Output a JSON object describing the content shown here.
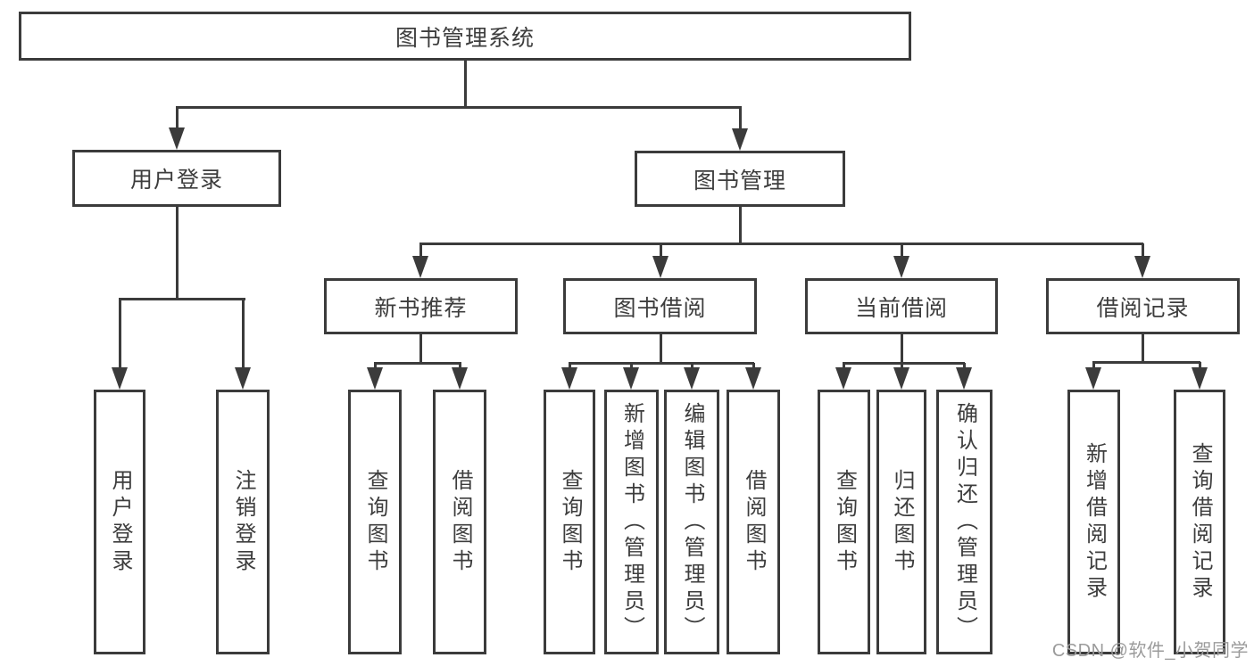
{
  "diagram": {
    "type": "tree",
    "root": {
      "id": "library-system",
      "label": "图书管理系统",
      "children": [
        {
          "id": "user-login",
          "label": "用户登录",
          "children": [
            {
              "id": "leaf-user-login",
              "label": "用户登录"
            },
            {
              "id": "leaf-logout",
              "label": "注销登录"
            }
          ]
        },
        {
          "id": "book-management",
          "label": "图书管理",
          "children": [
            {
              "id": "new-book-recommend",
              "label": "新书推荐",
              "children": [
                {
                  "id": "leaf-rec-query-books",
                  "label": "查询图书"
                },
                {
                  "id": "leaf-rec-borrow-books",
                  "label": "借阅图书"
                }
              ]
            },
            {
              "id": "book-borrowing",
              "label": "图书借阅",
              "children": [
                {
                  "id": "leaf-bb-query-books",
                  "label": "查询图书"
                },
                {
                  "id": "leaf-bb-add-books",
                  "label": "新增图书（管理员）"
                },
                {
                  "id": "leaf-bb-edit-books",
                  "label": "编辑图书（管理员）"
                },
                {
                  "id": "leaf-bb-borrow-books",
                  "label": "借阅图书"
                }
              ]
            },
            {
              "id": "current-borrowing",
              "label": "当前借阅",
              "children": [
                {
                  "id": "leaf-cb-query-books",
                  "label": "查询图书"
                },
                {
                  "id": "leaf-cb-return-books",
                  "label": "归还图书"
                },
                {
                  "id": "leaf-cb-confirm-return",
                  "label": "确认归还（管理员）"
                }
              ]
            },
            {
              "id": "borrow-records",
              "label": "借阅记录",
              "children": [
                {
                  "id": "leaf-br-add-record",
                  "label": "新增借阅记录"
                },
                {
                  "id": "leaf-br-query-record",
                  "label": "查询借阅记录"
                }
              ]
            }
          ]
        }
      ]
    },
    "watermark": "CSDN @软件_小贺同学",
    "colors": {
      "line": "#3b3b3b",
      "text": "#3d3d3d",
      "watermark": "#9b9b9b",
      "background": "#ffffff"
    }
  }
}
